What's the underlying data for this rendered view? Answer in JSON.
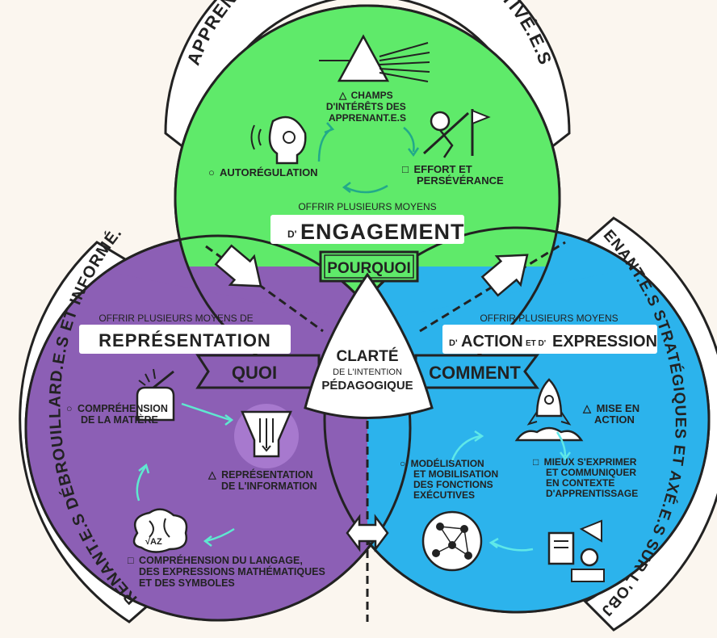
{
  "arcs": {
    "top": "APPRENANT.E.S DÉTERMINÉ.E.S ET MOTIVÉ.E.S",
    "left": "APPRENANT.E.S DÉBROUILLARD.E.S ET INFORMÉ.E.S",
    "right": "APPRENANT.E.S STRATÉGIQUES ET AXÉ.E.S SUR L'OBJECTIF"
  },
  "engagement": {
    "color": "#5fea6a",
    "intro": "OFFRIR PLUSIEURS MOYENS",
    "prefix": "D'",
    "title": "ENGAGEMENT",
    "tag": "POURQUOI",
    "items": [
      {
        "marker": "△",
        "text": "CHAMPS D'INTÉRÊTS DES APPRENANT.E.S"
      },
      {
        "marker": "○",
        "text": "AUTORÉGULATION"
      },
      {
        "marker": "□",
        "text": "EFFORT ET PERSÉVÉRANCE"
      }
    ]
  },
  "representation": {
    "color": "#8c5fb5",
    "intro": "OFFRIR PLUSIEURS MOYENS DE",
    "title": "REPRÉSENTATION",
    "tag": "QUOI",
    "items": [
      {
        "marker": "○",
        "text": "COMPRÉHENSION DE LA MATIÈRE"
      },
      {
        "marker": "△",
        "text": "REPRÉSENTATION DE L'INFORMATION"
      },
      {
        "marker": "□",
        "text": "COMPRÉHENSION DU LANGAGE, DES EXPRESSIONS MATHÉMATIQUES ET DES SYMBOLES"
      }
    ]
  },
  "action": {
    "color": "#2cb3ec",
    "intro": "OFFRIR PLUSIEURS MOYENS",
    "prefix1": "D'",
    "title1": "ACTION",
    "mid": "ET D'",
    "title2": "EXPRESSION",
    "tag": "COMMENT",
    "items": [
      {
        "marker": "△",
        "text": "MISE EN ACTION"
      },
      {
        "marker": "○",
        "text": "MODÉLISATION ET MOBILISATION DES FONCTIONS EXÉCUTIVES"
      },
      {
        "marker": "□",
        "text": "MIEUX S'EXPRIMER ET COMMUNIQUER EN CONTEXTE D'APPRENTISSAGE"
      }
    ]
  },
  "center": {
    "line1": "CLARTÉ",
    "line2": "DE L'INTENTION",
    "line3": "PÉDAGOGIQUE"
  },
  "icon_names": [
    "prism-icon",
    "ear-head-icon",
    "flag-climber-icon",
    "pinch-hand-icon",
    "funnel-arrows-icon",
    "brain-icon",
    "rocket-icon",
    "network-globe-icon",
    "speaker-laptop-icon"
  ]
}
